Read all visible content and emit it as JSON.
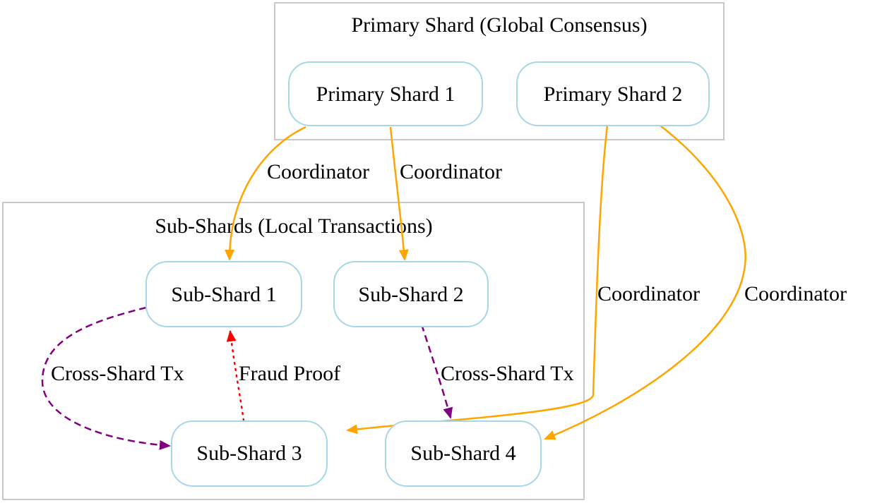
{
  "clusters": {
    "primary": {
      "label": "Primary Shard (Global Consensus)"
    },
    "sub": {
      "label": "Sub-Shards (Local Transactions)"
    }
  },
  "nodes": {
    "ps1": {
      "label": "Primary Shard 1"
    },
    "ps2": {
      "label": "Primary Shard 2"
    },
    "ss1": {
      "label": "Sub-Shard 1"
    },
    "ss2": {
      "label": "Sub-Shard 2"
    },
    "ss3": {
      "label": "Sub-Shard 3"
    },
    "ss4": {
      "label": "Sub-Shard 4"
    }
  },
  "edges": [
    {
      "id": "ps1-ss1",
      "from": "Primary Shard 1",
      "to": "Sub-Shard 1",
      "label": "Coordinator",
      "style": "solid",
      "color": "#ffa500"
    },
    {
      "id": "ps1-ss2",
      "from": "Primary Shard 1",
      "to": "Sub-Shard 2",
      "label": "Coordinator",
      "style": "solid",
      "color": "#ffa500"
    },
    {
      "id": "ps2-ss3",
      "from": "Primary Shard 2",
      "to": "Sub-Shard 3",
      "label": "Coordinator",
      "style": "solid",
      "color": "#ffa500"
    },
    {
      "id": "ps2-ss4",
      "from": "Primary Shard 2",
      "to": "Sub-Shard 4",
      "label": "Coordinator",
      "style": "solid",
      "color": "#ffa500"
    },
    {
      "id": "ss1-ss3",
      "from": "Sub-Shard 1",
      "to": "Sub-Shard 3",
      "label": "Cross-Shard Tx",
      "style": "dashed",
      "color": "#800080"
    },
    {
      "id": "ss2-ss4",
      "from": "Sub-Shard 2",
      "to": "Sub-Shard 4",
      "label": "Cross-Shard Tx",
      "style": "dashed",
      "color": "#800080"
    },
    {
      "id": "ss3-ss1",
      "from": "Sub-Shard 3",
      "to": "Sub-Shard 1",
      "label": "Fraud Proof",
      "style": "dotted",
      "color": "#ff0000"
    }
  ]
}
